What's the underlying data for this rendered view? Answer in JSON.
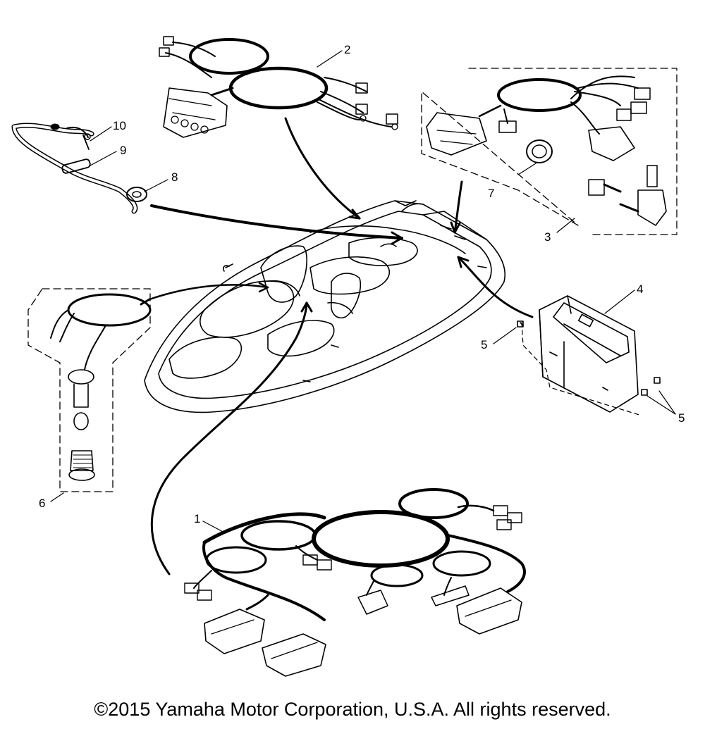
{
  "callouts": {
    "c1": "1",
    "c2": "2",
    "c3": "3",
    "c4": "4",
    "c5a": "5",
    "c5b": "5",
    "c6": "6",
    "c7": "7",
    "c8": "8",
    "c9": "9",
    "c10": "10"
  },
  "footer": {
    "copyright": "©2015 Yamaha Motor Corporation, U.S.A. All rights reserved."
  }
}
